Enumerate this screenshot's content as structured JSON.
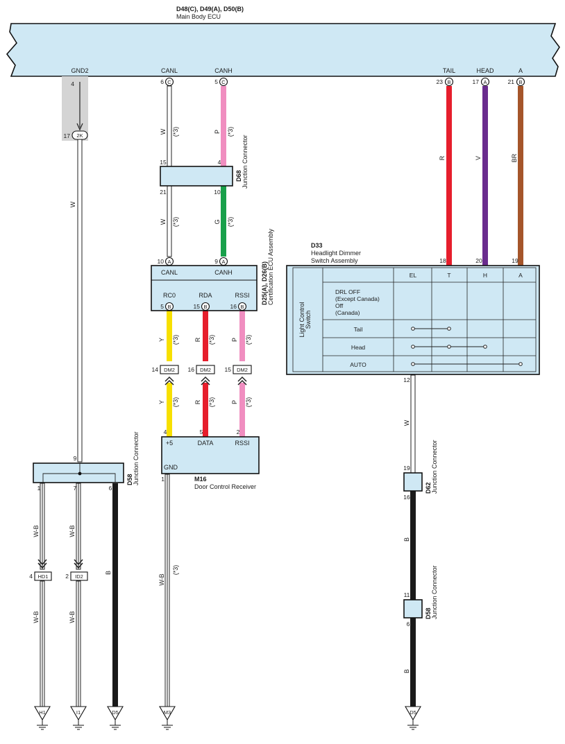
{
  "ecu": {
    "title": "D48(C), D49(A), D50(B)",
    "subtitle": "Main Body ECU",
    "pins": [
      {
        "name": "GND2",
        "num": "4",
        "conn": ""
      },
      {
        "name": "CANL",
        "num": "6",
        "conn": "C"
      },
      {
        "name": "CANH",
        "num": "5",
        "conn": "C"
      },
      {
        "name": "TAIL",
        "num": "23",
        "conn": "B"
      },
      {
        "name": "HEAD",
        "num": "17",
        "conn": "A"
      },
      {
        "name": "A",
        "num": "21",
        "conn": "B"
      }
    ]
  },
  "wires": {
    "w_left": "W",
    "canl_upper": "W",
    "canl_upper_note": "(*3)",
    "canh_upper": "P",
    "canh_upper_note": "(*3)",
    "canl_lower": "W",
    "canl_lower_note": "(*3)",
    "canh_lower": "G",
    "canh_lower_note": "(*3)",
    "tail": "R",
    "head": "V",
    "a": "BR",
    "rc0_a": "Y",
    "rc0_a_note": "(*3)",
    "rc0_b": "Y",
    "rc0_b_note": "(*3)",
    "rda_a": "R",
    "rda_a_note": "(*3)",
    "rda_b": "R",
    "rda_b_note": "(*3)",
    "rssi_a": "P",
    "rssi_a_note": "(*3)",
    "rssi_b": "P",
    "rssi_b_note": "(*3)",
    "wb1": "W-B",
    "wb2": "W-B",
    "wb3": "W-B",
    "wb4": "W-B",
    "b_left": "B",
    "m16_gnd": "W-B",
    "m16_gnd_note": "(*3)",
    "el_w": "W",
    "d62_b": "B",
    "d58_b": "B"
  },
  "gnd2_conn": {
    "num": "17",
    "label": "2K"
  },
  "d68": {
    "id": "D68",
    "name": "Junction Connector",
    "pin_top_l": "15",
    "pin_top_r": "4",
    "pin_bot_l": "21",
    "pin_bot_r": "10"
  },
  "d25": {
    "id": "D25(A), D26(B)",
    "name": "Certification ECU Assembly",
    "in_canl_num": "10",
    "in_canl_conn": "A",
    "in_canh_num": "9",
    "in_canh_conn": "A",
    "canl": "CANL",
    "canh": "CANH",
    "rc0": "RC0",
    "rda": "RDA",
    "rssi": "RSSI",
    "out_rc0_num": "5",
    "out_rc0_conn": "B",
    "out_rda_num": "15",
    "out_rda_conn": "B",
    "out_rssi_num": "16",
    "out_rssi_conn": "B"
  },
  "dm2": [
    {
      "num": "14",
      "label": "DM2"
    },
    {
      "num": "16",
      "label": "DM2"
    },
    {
      "num": "15",
      "label": "DM2"
    }
  ],
  "m16": {
    "id": "M16",
    "name": "Door Control Receiver",
    "p1_label": "+5",
    "p1_num": "4",
    "p2_label": "DATA",
    "p2_num": "5",
    "p3_label": "RSSI",
    "p3_num": "2",
    "gnd_label": "GND",
    "gnd_num": "1"
  },
  "d58_left": {
    "id": "D58",
    "name": "Junction Connector",
    "pin_top": "9",
    "pin1": "1",
    "pin2": "7",
    "pin3": "6"
  },
  "hd1": {
    "num": "4",
    "label": "HD1"
  },
  "id2": {
    "num": "2",
    "label": "ID2"
  },
  "grounds": [
    "H1",
    "I1",
    "D5",
    "M3",
    "D5"
  ],
  "d33": {
    "id": "D33",
    "name_line1": "Headlight Dimmer",
    "name_line2": "Switch Assembly",
    "pin_t": "18",
    "pin_h": "20",
    "pin_a": "19",
    "pin_el": "12",
    "side_label_1": "Light Control",
    "side_label_2": "Switch",
    "cols": [
      "EL",
      "T",
      "H",
      "A"
    ],
    "rows": {
      "drl1": "DRL OFF",
      "drl2": "(Except Canada)",
      "drl3": "Off",
      "drl4": "(Canada)",
      "tail": "Tail",
      "head": "Head",
      "auto": "AUTO"
    }
  },
  "d62": {
    "id": "D62",
    "name": "Junction Connector",
    "pin_top": "19",
    "pin_bot": "16"
  },
  "d58_right": {
    "id": "D58",
    "name": "Junction Connector",
    "pin_top": "11",
    "pin_bot": "6"
  },
  "colors": {
    "white": "#ffffff",
    "pink": "#f08ec0",
    "green": "#19a04b",
    "red": "#e61e2c",
    "violet": "#6a2c8e",
    "brown": "#a5552a",
    "yellow": "#f7e000",
    "black": "#1a1a1a",
    "shade": "#d4d4d4",
    "box": "#cfe8f4"
  }
}
